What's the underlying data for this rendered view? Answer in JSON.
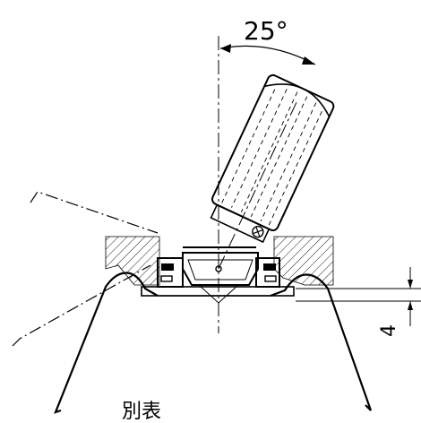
{
  "drawing": {
    "angle_label": "25°",
    "dimension_label": "4",
    "note_label": "別表"
  },
  "colors": {
    "line": "#000000",
    "background": "#ffffff"
  }
}
